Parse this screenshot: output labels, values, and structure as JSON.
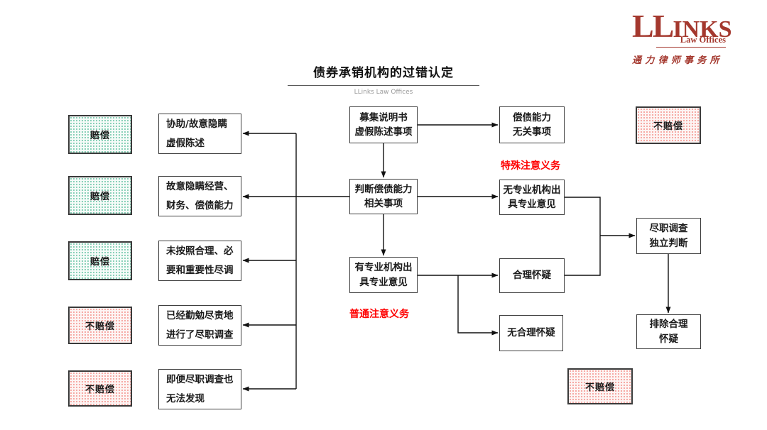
{
  "logo": {
    "wordmark_ll": "LL",
    "wordmark_inks": "INKS",
    "tagline": "Law Offices",
    "chinese_name": "通 力 律 师 事 务 所",
    "brand_color": "#A4382E"
  },
  "header": {
    "title": "债券承销机构的过错认定",
    "subtitle": "LLinks Law Offices"
  },
  "status": {
    "left1": "赔偿",
    "left2": "赔偿",
    "left3": "赔偿",
    "left4": "不赔偿",
    "left5": "不赔偿",
    "top_right": "不赔偿",
    "bottom_middle": "不赔偿"
  },
  "reasons": {
    "assist_conceal_misstatement": "协助/故意隐瞒\n虚假陈述",
    "conceal_operations_finance": "故意隐瞒经营、\n财务、偿债能力",
    "no_reasonable_diligence": "未按照合理、必\n要和重要性尽调",
    "diligent_investigation": "已经勤勉尽责地\n进行了尽职调查",
    "undetectable_even_with_diligence": "即便尽职调查也\n无法发现"
  },
  "flow": {
    "prospectus_misstatement": "募集说明书\n虚假陈述事项",
    "solvency_unrelated": "偿债能力\n无关事项",
    "judge_solvency_related": "判断偿债能力\n相关事项",
    "no_professional_opinion": "无专业机构出\n具专业意见",
    "has_professional_opinion": "有专业机构出\n具专业意见",
    "reasonable_doubt": "合理怀疑",
    "no_reasonable_doubt": "无合理怀疑",
    "due_diligence_independent_judgment": "尽职调查\n独立判断",
    "eliminate_reasonable_doubt": "排除合理\n怀疑"
  },
  "annotations": {
    "special_duty": "特殊注意义务",
    "ordinary_duty": "普通注意义务",
    "color": "#FF0000"
  },
  "colors": {
    "compensate_bg": "#F5FBF8",
    "compensate_dot": "#74C8AC",
    "no_compensate_bg": "#FDF4F3",
    "no_compensate_dot": "#F49B94",
    "box_border": "#3F3F3F",
    "connector": "#111111"
  }
}
